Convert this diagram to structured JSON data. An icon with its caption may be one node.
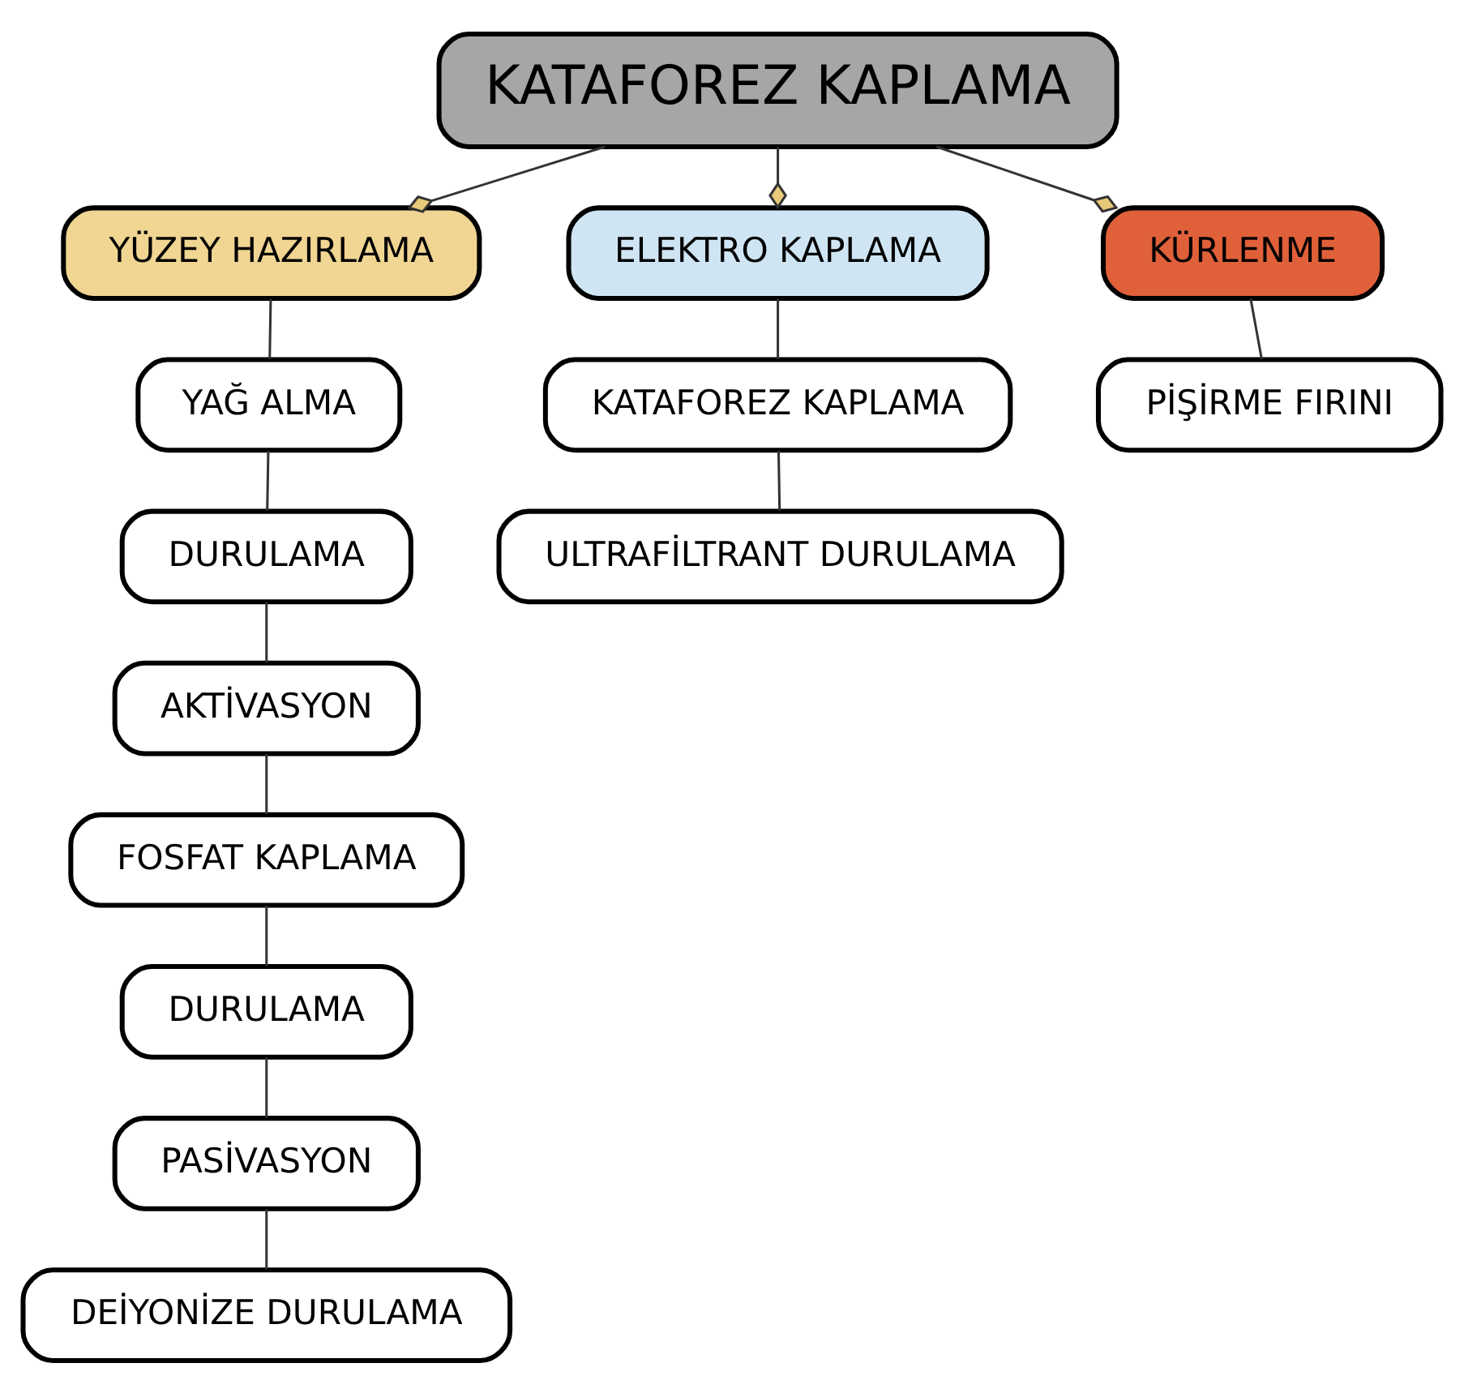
{
  "diagram": {
    "nodes": [
      {
        "text": [
          "KATAFOREZ KAPLAMA"
        ]
      },
      {
        "text": [
          "YÜZEY HAZIRLAMA"
        ]
      },
      {
        "text": [
          "YAĞ ALMA"
        ]
      },
      {
        "text": [
          "DURULAMA"
        ]
      },
      {
        "text": [
          "AKTİVASYON"
        ]
      },
      {
        "text": [
          "FOSFAT KAPLAMA"
        ]
      },
      {
        "text": [
          "DURULAMA"
        ]
      },
      {
        "text": [
          "PASİVASYON"
        ]
      },
      {
        "text": [
          "DEİYONİZE DURULAMA"
        ]
      },
      {
        "text": [
          "ELEKTRO KAPLAMA"
        ]
      },
      {
        "text": [
          "KATAFOREZ KAPLAMA"
        ]
      },
      {
        "text": [
          "ULTRAFİLTRANT DURULAMA"
        ]
      },
      {
        "text": [
          "KÜRLENME"
        ]
      },
      {
        "text": [
          "PİŞİRME FIRINI"
        ]
      }
    ],
    "edges": [
      {
        "from": 0,
        "to": 1,
        "arrow": "other"
      },
      {
        "from": 0,
        "to": 9,
        "arrow": "other"
      },
      {
        "from": 0,
        "to": 12,
        "arrow": "other"
      },
      {
        "from": 1,
        "to": 2,
        "arrow": "none"
      },
      {
        "from": 2,
        "to": 3,
        "arrow": "none"
      },
      {
        "from": 3,
        "to": 4,
        "arrow": "none"
      },
      {
        "from": 4,
        "to": 5,
        "arrow": "none"
      },
      {
        "from": 5,
        "to": 6,
        "arrow": "none"
      },
      {
        "from": 6,
        "to": 7,
        "arrow": "none"
      },
      {
        "from": 7,
        "to": 8,
        "arrow": "none"
      },
      {
        "from": 9,
        "to": 10,
        "arrow": "none"
      },
      {
        "from": 10,
        "to": 11,
        "arrow": "none"
      },
      {
        "from": 12,
        "to": 13,
        "arrow": "none"
      }
    ]
  }
}
